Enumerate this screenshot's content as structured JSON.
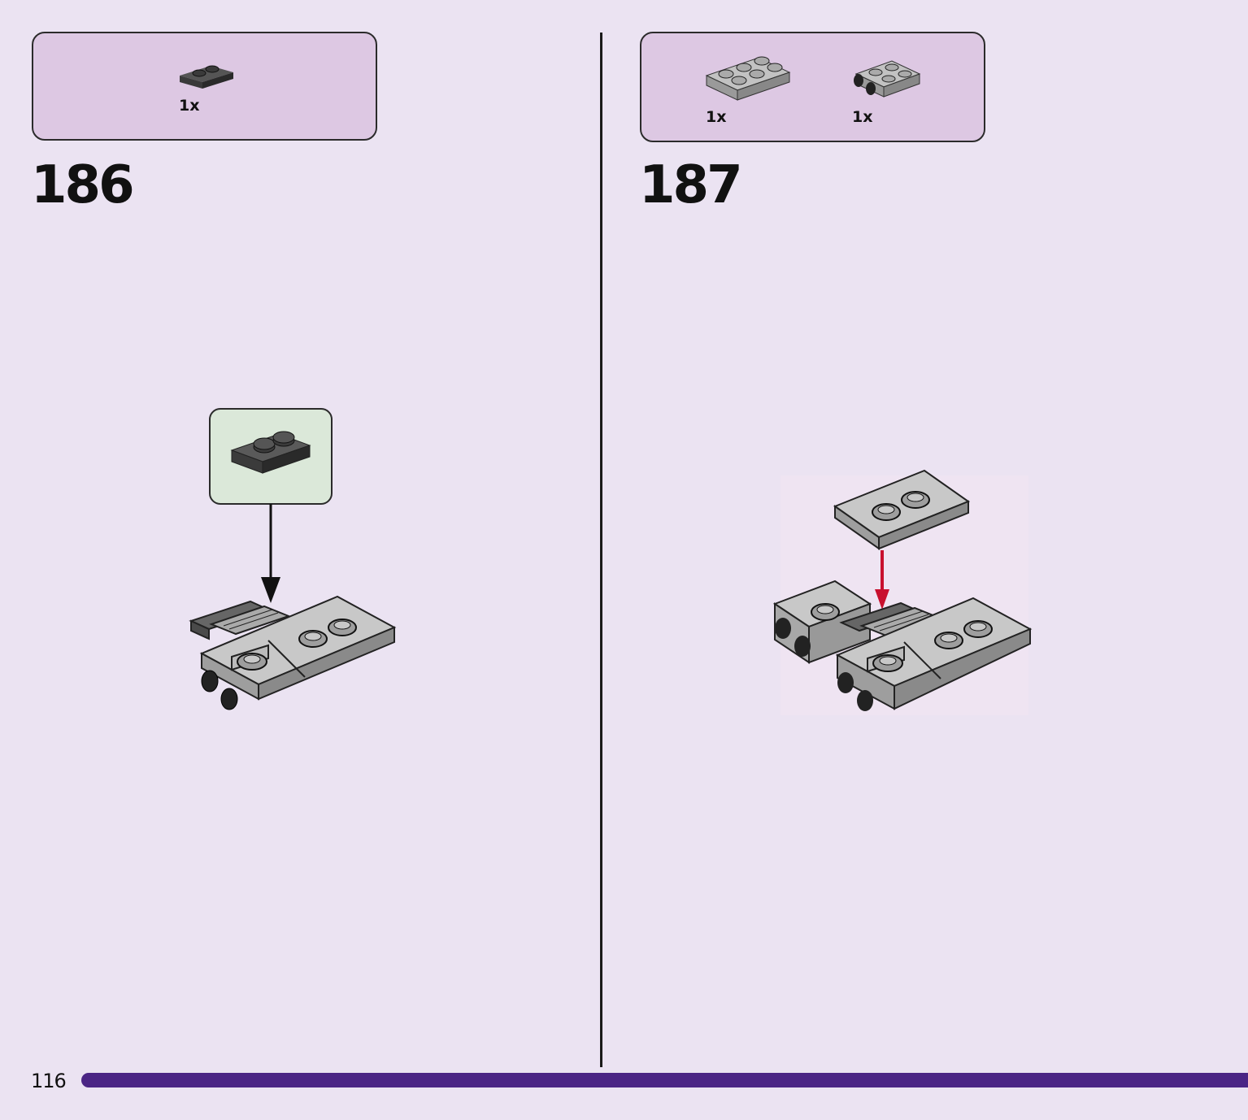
{
  "steps": [
    {
      "number": "186",
      "parts": [
        {
          "qty": "1x",
          "icon": "dark-gray-plate-1x2-icon"
        }
      ]
    },
    {
      "number": "187",
      "parts": [
        {
          "qty": "1x",
          "icon": "light-gray-plate-2x3-icon"
        },
        {
          "qty": "1x",
          "icon": "light-gray-bracket-plate-icon"
        }
      ]
    }
  ],
  "page_number": "116",
  "colors": {
    "background": "#ebe3f2",
    "parts_box": "#ddc8e3",
    "callout_box": "#dbe8d9",
    "arrow_red": "#c8102e",
    "progress_bar": "#4b2585"
  }
}
